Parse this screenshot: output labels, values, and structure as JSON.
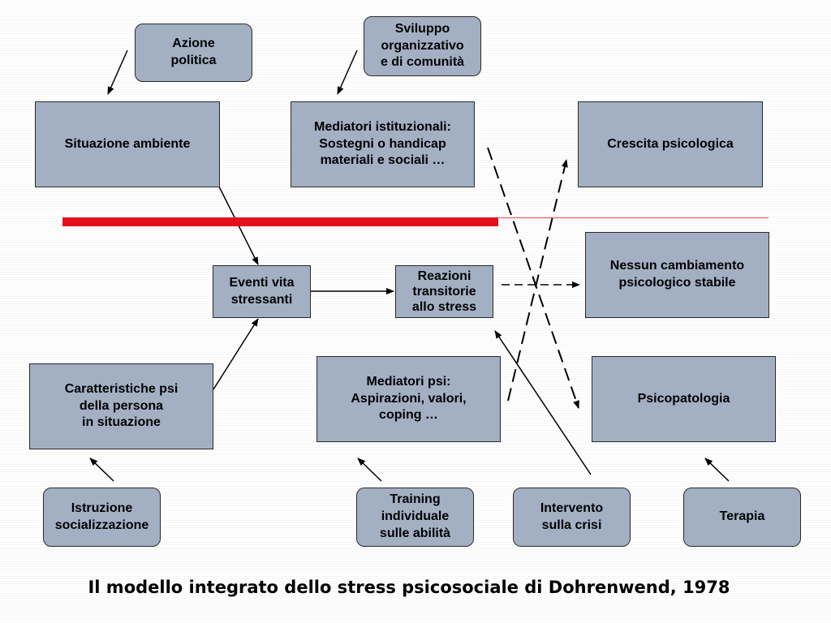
{
  "boxes": {
    "azione_politica": "Azione\npolitica",
    "sviluppo": "Sviluppo\norganizzativo\ne di comunità",
    "situazione_ambiente": "Situazione ambiente",
    "mediatori_istituzionali": "Mediatori istituzionali:\nSostegni o handicap\nmateriali e sociali …",
    "crescita_psicologica": "Crescita psicologica",
    "eventi_vita": "Eventi vita\nstressanti",
    "reazioni_transitorie": "Reazioni\ntransitorie\nallo stress",
    "nessun_cambiamento": "Nessun cambiamento\npsicologico stabile",
    "caratteristiche_psi": "Caratteristiche psi\ndella persona\nin situazione",
    "mediatori_psi": "Mediatori psi:\nAspirazioni, valori,\ncoping …",
    "psicopatologia": "Psicopatologia",
    "istruzione": "Istruzione\nsocializzazione",
    "training": "Training\nindividuale\nsulle abilità",
    "intervento": "Intervento\nsulla crisi",
    "terapia": "Terapia"
  },
  "caption": "Il modello integrato dello stress psicosociale di Dohrenwend, 1978",
  "colors": {
    "box_fill": "#a3b0c4",
    "accent_bar": "#e3101e",
    "line": "#000000"
  }
}
